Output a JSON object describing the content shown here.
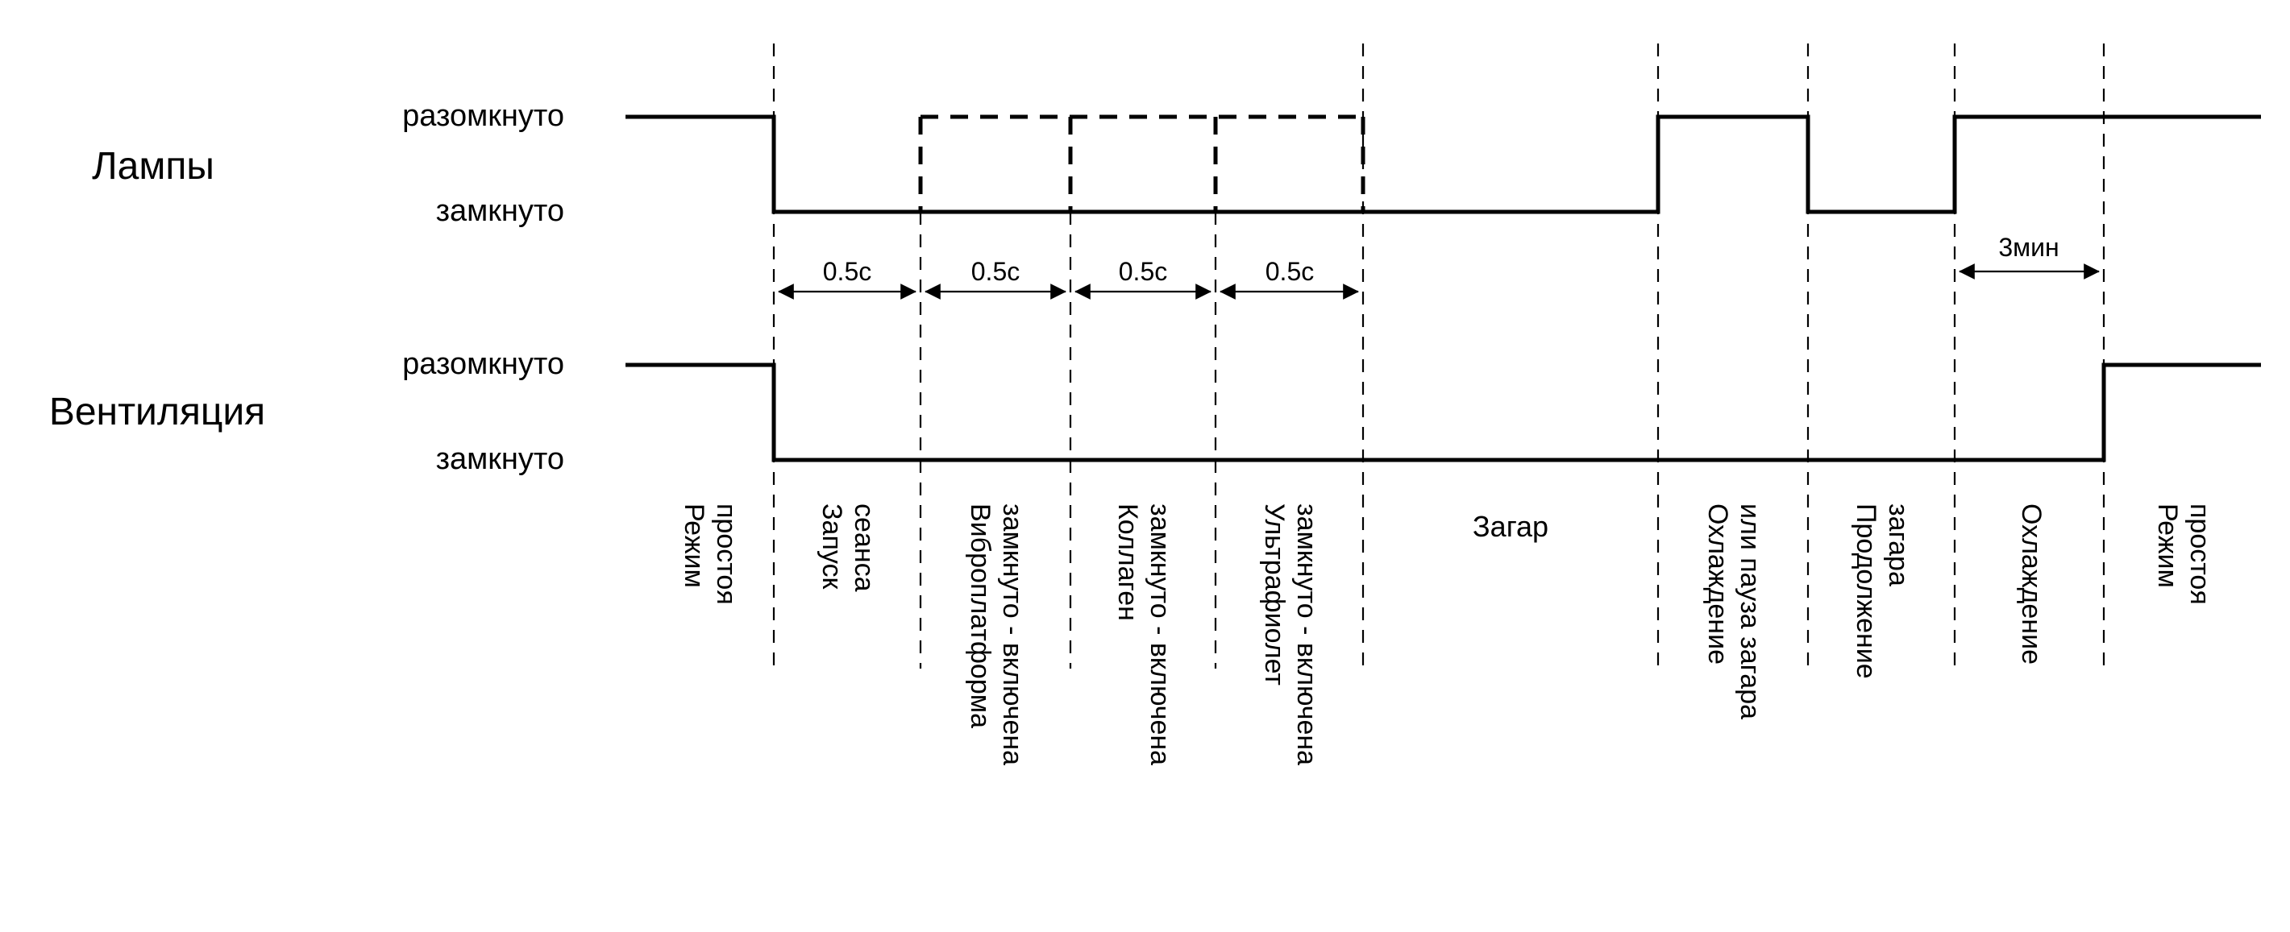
{
  "signals": {
    "lamps": {
      "label": "Лампы",
      "state_open": "разомкнуто",
      "state_closed": "замкнуто"
    },
    "ventilation": {
      "label": "Вентиляция",
      "state_open": "разомкнуто",
      "state_closed": "замкнуто"
    }
  },
  "durations": {
    "d1": "0.5с",
    "d2": "0.5с",
    "d3": "0.5с",
    "d4": "0.5с",
    "cooling": "3мин"
  },
  "phases": {
    "idle_start": {
      "line1": "Режим",
      "line2": "простоя"
    },
    "session_start": {
      "line1": "Запуск",
      "line2": "сеанса"
    },
    "vibro": {
      "line1": "Виброплатформа",
      "line2": "замкнуто - включена"
    },
    "collagen": {
      "line1": "Коллаген",
      "line2": "замкнуто - включена"
    },
    "uv": {
      "line1": "Ультрафиолет",
      "line2": "замкнуто - включена"
    },
    "tanning": {
      "label": "Загар"
    },
    "cooling_or_pause": {
      "line1": "Охлаждение",
      "line2": "или пауза загара"
    },
    "tanning_continue": {
      "line1": "Продолжение",
      "line2": "загара"
    },
    "cooling": {
      "line1": "Охлаждение"
    },
    "idle_end": {
      "line1": "Режим",
      "line2": "простоя"
    }
  },
  "waveform_states": {
    "lamps": [
      "open",
      "closed",
      "closed",
      "closed",
      "closed",
      "closed",
      "open",
      "closed",
      "open",
      "open"
    ],
    "ventilation": [
      "open",
      "closed",
      "closed",
      "closed",
      "closed",
      "closed",
      "closed",
      "closed",
      "closed",
      "open"
    ]
  },
  "colors": {
    "line": "#000000",
    "background": "#ffffff"
  }
}
